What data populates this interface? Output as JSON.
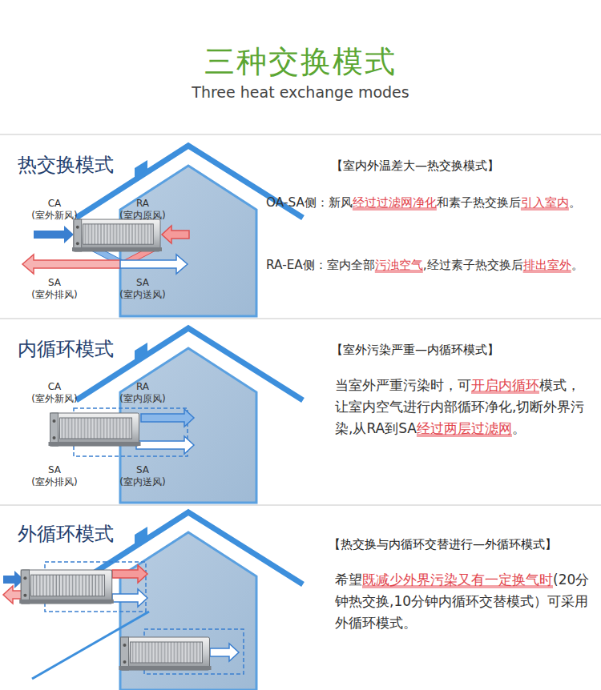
{
  "diagram": {
    "title": "三种交换模式",
    "nodes": [
      {
        "text": [
          "热交换模式",
          "【室内外温差大—热交换模式】",
          "OA-SA侧：新风经过过滤网净化和素子热交换后引入室内。",
          "RA-EA侧：室内全部污浊空气,经过素子热交换后排出室外。"
        ]
      },
      {
        "text": [
          "内循环模式",
          "【室外污染严重—内循环模式】",
          "当室外严重污染时，可开启内循环模式，让室内空气进行内部循环净化,切断外界污染,从RA到SA经过两层过滤网。"
        ]
      },
      {
        "text": [
          "外循环模式",
          "【热交换与内循环交替进行—外循环模式】",
          "希望既减少外界污染又有一定换气时(20分钟热交换,10分钟内循环交替模式）可采用外循环模式。"
        ]
      }
    ],
    "labels": [
      "Three heat exchange modes",
      "CA",
      "(室外新风)",
      "RA",
      "(室内原风)",
      "SA",
      "(室外排风)",
      "SA",
      "(室内送风)",
      "CA",
      "(室外新风)",
      "RA",
      "(室内原风)",
      "SA",
      "(室外排风)",
      "SA",
      "(室内送风)"
    ]
  }
}
